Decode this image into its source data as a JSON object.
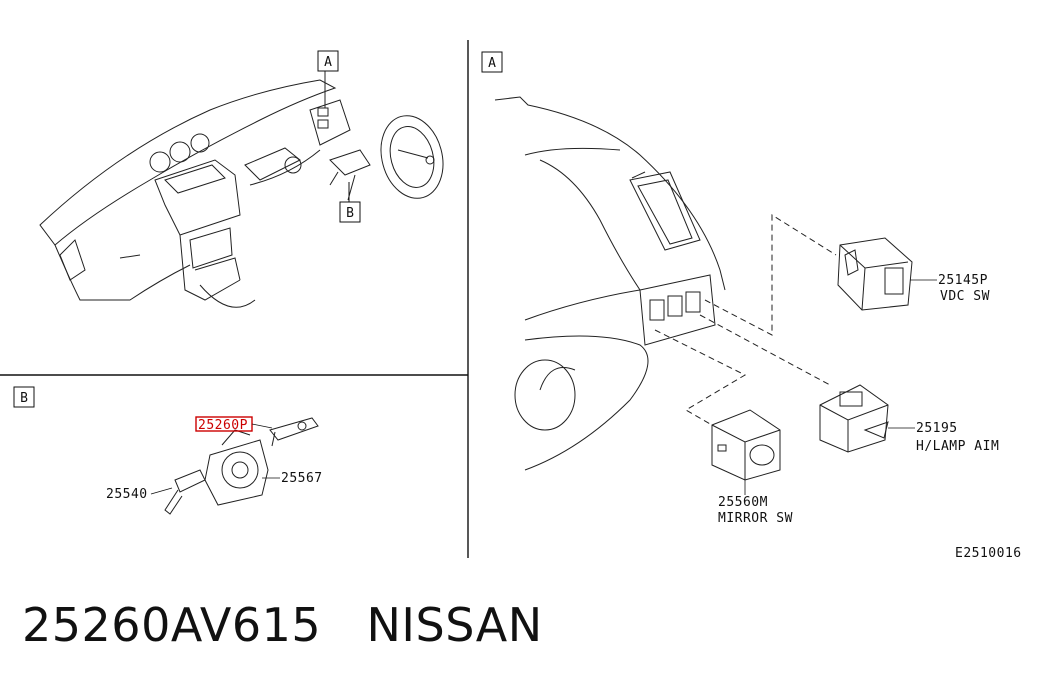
{
  "panels": {
    "top_left": {
      "callout_a": "A",
      "callout_b": "B"
    },
    "bottom_left": {
      "box_label": "B",
      "parts": [
        {
          "number": "25260P",
          "highlighted": true
        },
        {
          "number": "25567"
        },
        {
          "number": "25540"
        }
      ]
    },
    "right": {
      "box_label": "A",
      "parts": [
        {
          "number": "25145P",
          "name": "VDC SW"
        },
        {
          "number": "25195",
          "name": "H/LAMP AIM"
        },
        {
          "number": "25560M",
          "name": "MIRROR SW"
        }
      ],
      "diagram_code": "E2510016"
    }
  },
  "footer": {
    "part_number": "25260AV615",
    "brand": "NISSAN"
  },
  "colors": {
    "highlight": "#cc0000",
    "line": "#111111"
  }
}
